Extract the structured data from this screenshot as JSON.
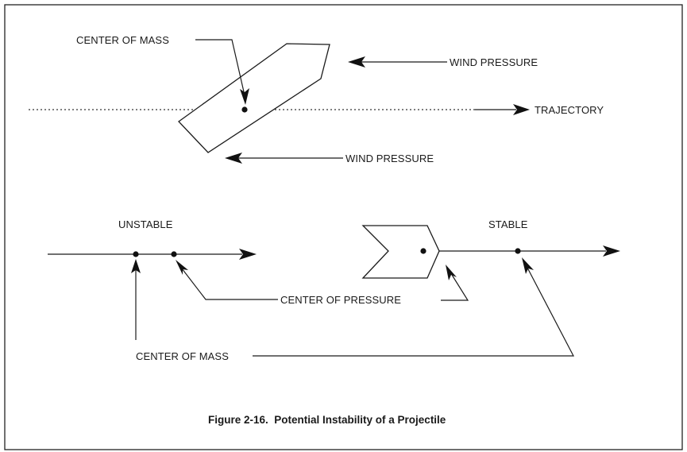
{
  "figure": {
    "caption": "Figure 2-16.  Potential Instability of a Projectile"
  },
  "top_diagram": {
    "center_of_mass_label": "CENTER OF MASS",
    "wind_pressure_top_label": "WIND PRESSURE",
    "trajectory_label": "TRAJECTORY",
    "wind_pressure_bottom_label": "WIND PRESSURE"
  },
  "bottom_diagram": {
    "unstable_label": "UNSTABLE",
    "stable_label": "STABLE",
    "center_of_pressure_label": "CENTER OF PRESSURE",
    "center_of_mass_label": "CENTER OF MASS"
  }
}
